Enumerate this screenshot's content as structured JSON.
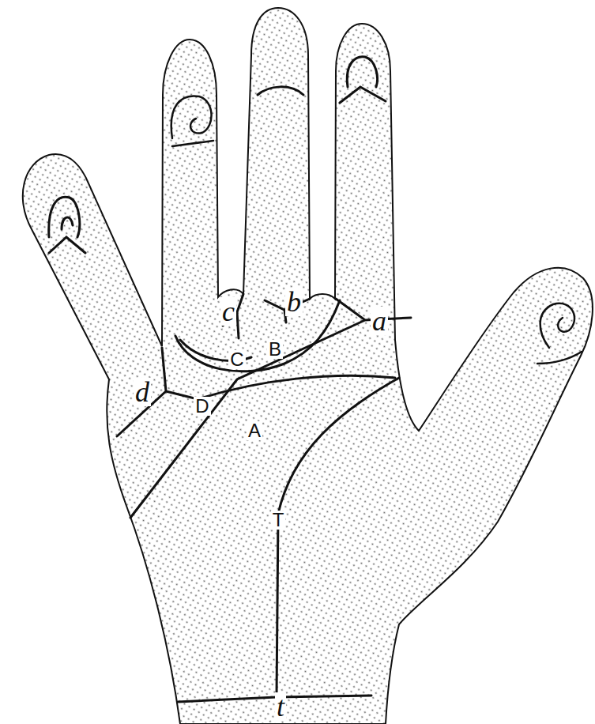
{
  "diagram": {
    "labels": [
      "c",
      "b",
      "a",
      "d",
      "C",
      "B",
      "D",
      "A",
      "T",
      "t"
    ]
  }
}
